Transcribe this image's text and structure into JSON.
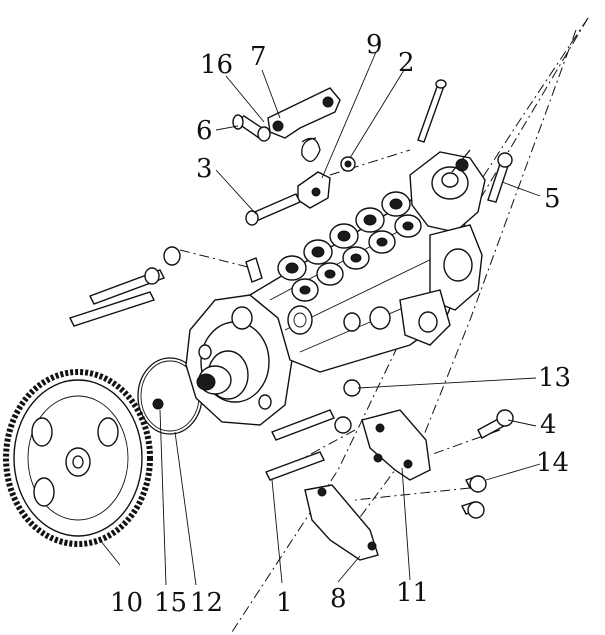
{
  "callouts": [
    {
      "id": "c1",
      "text": "1"
    },
    {
      "id": "c2",
      "text": "2"
    },
    {
      "id": "c3",
      "text": "3"
    },
    {
      "id": "c4",
      "text": "4"
    },
    {
      "id": "c5",
      "text": "5"
    },
    {
      "id": "c6",
      "text": "6"
    },
    {
      "id": "c7",
      "text": "7"
    },
    {
      "id": "c8",
      "text": "8"
    },
    {
      "id": "c9",
      "text": "9"
    },
    {
      "id": "c10",
      "text": "10"
    },
    {
      "id": "c11",
      "text": "11"
    },
    {
      "id": "c12",
      "text": "12"
    },
    {
      "id": "c13",
      "text": "13"
    },
    {
      "id": "c14",
      "text": "14"
    },
    {
      "id": "c15",
      "text": "15"
    },
    {
      "id": "c16",
      "text": "16"
    }
  ],
  "colors": {
    "ink": "#111111",
    "paper": "#ffffff"
  }
}
